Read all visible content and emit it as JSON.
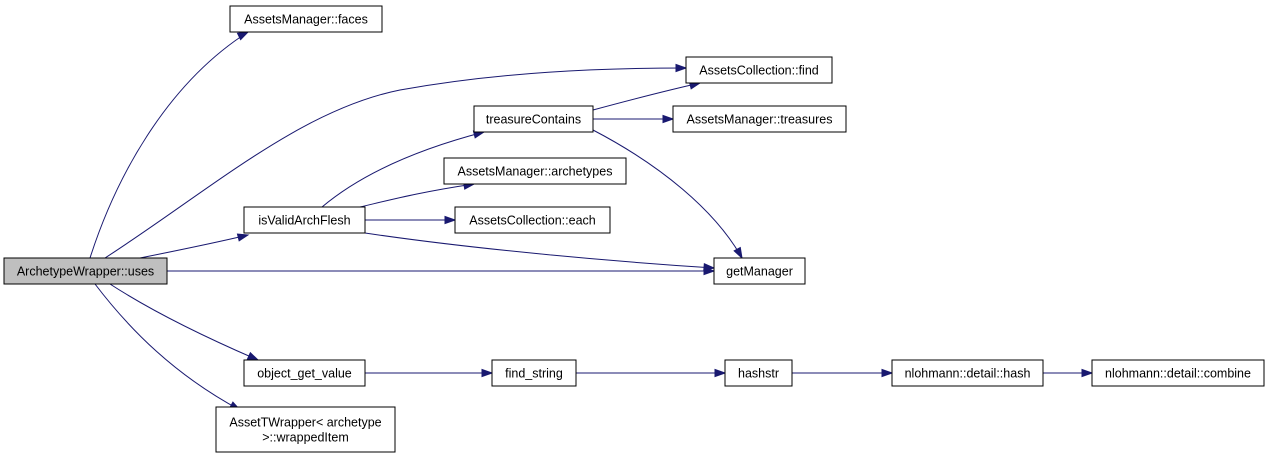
{
  "diagram": {
    "nodes": [
      {
        "id": "uses",
        "label": [
          "ArchetypeWrapper::uses"
        ],
        "highlighted": true
      },
      {
        "id": "faces",
        "label": [
          "AssetsManager::faces"
        ]
      },
      {
        "id": "find",
        "label": [
          "AssetsCollection::find"
        ]
      },
      {
        "id": "treasureContains",
        "label": [
          "treasureContains"
        ]
      },
      {
        "id": "treasures",
        "label": [
          "AssetsManager::treasures"
        ]
      },
      {
        "id": "archetypes",
        "label": [
          "AssetsManager::archetypes"
        ]
      },
      {
        "id": "isValidArchFlesh",
        "label": [
          "isValidArchFlesh"
        ]
      },
      {
        "id": "each",
        "label": [
          "AssetsCollection::each"
        ]
      },
      {
        "id": "getManager",
        "label": [
          "getManager"
        ]
      },
      {
        "id": "object_get_value",
        "label": [
          "object_get_value"
        ]
      },
      {
        "id": "find_string",
        "label": [
          "find_string"
        ]
      },
      {
        "id": "hashstr",
        "label": [
          "hashstr"
        ]
      },
      {
        "id": "hash",
        "label": [
          "nlohmann::detail::hash"
        ]
      },
      {
        "id": "combine",
        "label": [
          "nlohmann::detail::combine"
        ]
      },
      {
        "id": "wrappedItem",
        "label": [
          "AssetTWrapper< archetype",
          " >::wrappedItem"
        ]
      }
    ],
    "edges": [
      {
        "from": "uses",
        "to": "faces"
      },
      {
        "from": "uses",
        "to": "find"
      },
      {
        "from": "uses",
        "to": "isValidArchFlesh"
      },
      {
        "from": "uses",
        "to": "getManager"
      },
      {
        "from": "uses",
        "to": "object_get_value"
      },
      {
        "from": "uses",
        "to": "wrappedItem"
      },
      {
        "from": "isValidArchFlesh",
        "to": "treasureContains"
      },
      {
        "from": "isValidArchFlesh",
        "to": "archetypes"
      },
      {
        "from": "isValidArchFlesh",
        "to": "each"
      },
      {
        "from": "isValidArchFlesh",
        "to": "getManager"
      },
      {
        "from": "treasureContains",
        "to": "find"
      },
      {
        "from": "treasureContains",
        "to": "treasures"
      },
      {
        "from": "treasureContains",
        "to": "getManager"
      },
      {
        "from": "object_get_value",
        "to": "find_string"
      },
      {
        "from": "find_string",
        "to": "hashstr"
      },
      {
        "from": "hashstr",
        "to": "hash"
      },
      {
        "from": "hash",
        "to": "combine"
      }
    ],
    "colors": {
      "node_fill": "#ffffff",
      "highlight_fill": "#bfbfbf",
      "edge": "#191970"
    }
  }
}
